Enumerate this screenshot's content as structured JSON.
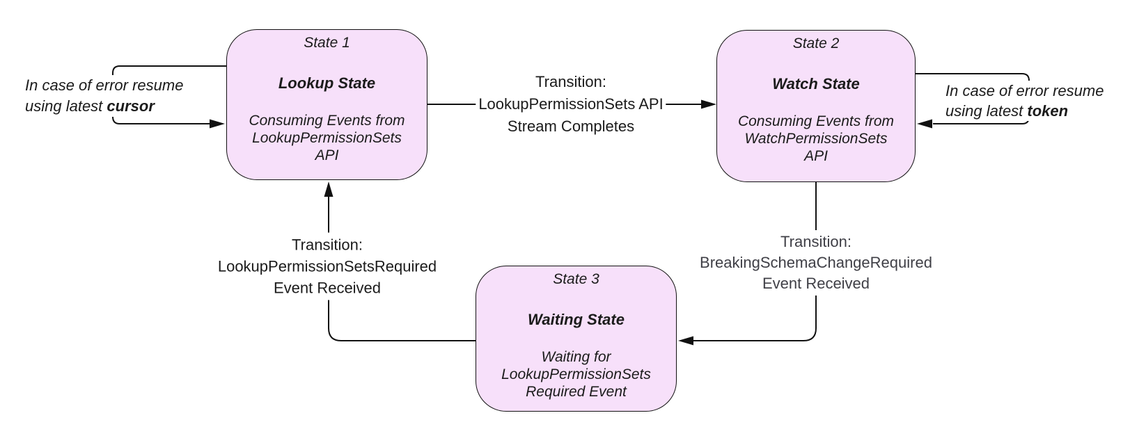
{
  "colors": {
    "state_fill": "#f7e0fa",
    "state_border": "#111111",
    "arrow_line": "#111111",
    "text": "#1b1b1b",
    "muted_label_text": "#3f3f46"
  },
  "states": [
    {
      "title": "State 1",
      "name": "Lookup State",
      "body": [
        "Consuming Events from",
        "LookupPermissionSets",
        "API"
      ]
    },
    {
      "title": "State 2",
      "name": "Watch State",
      "body": [
        "Consuming Events from",
        "WatchPermissionSets",
        "API"
      ]
    },
    {
      "title": "State 3",
      "name": "Waiting State",
      "body": [
        "Waiting for",
        "LookupPermissionSets",
        "Required Event"
      ]
    }
  ],
  "transitions": [
    {
      "from": "Lookup State",
      "to": "Watch State",
      "label_lines": [
        "Transition:",
        "LookupPermissionSets API",
        "Stream Completes"
      ]
    },
    {
      "from": "Watch State",
      "to": "Waiting State",
      "label_lines": [
        "Transition:",
        "BreakingSchemaChangeRequired",
        "Event Received"
      ]
    },
    {
      "from": "Waiting State",
      "to": "Lookup State",
      "label_lines": [
        "Transition:",
        "LookupPermissionSetsRequired",
        "Event Received"
      ]
    }
  ],
  "self_loops": [
    {
      "state": "Lookup State",
      "line1": "In case of error resume",
      "line2_prefix": "using latest ",
      "line2_bold": "cursor"
    },
    {
      "state": "Watch State",
      "line1": "In case of error resume",
      "line2_prefix": "using latest ",
      "line2_bold": "token"
    }
  ]
}
